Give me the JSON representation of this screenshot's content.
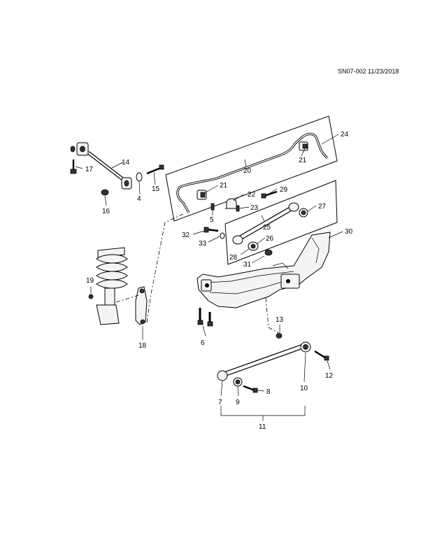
{
  "diagram": {
    "id_stamp": "SN07-002 11/23/2018",
    "callouts": {
      "c4": "4",
      "c5": "5",
      "c6": "6",
      "c7": "7",
      "c8": "8",
      "c9": "9",
      "c10": "10",
      "c11": "11",
      "c12": "12",
      "c13": "13",
      "c14": "14",
      "c15": "15",
      "c16": "16",
      "c17": "17",
      "c18": "18",
      "c19": "19",
      "c20": "20",
      "c21a": "21",
      "c21b": "21",
      "c22": "22",
      "c23": "23",
      "c24": "24",
      "c25": "25",
      "c26": "26",
      "c27": "27",
      "c28": "28",
      "c29": "29",
      "c30": "30",
      "c31": "31",
      "c32": "32",
      "c33": "33"
    }
  }
}
